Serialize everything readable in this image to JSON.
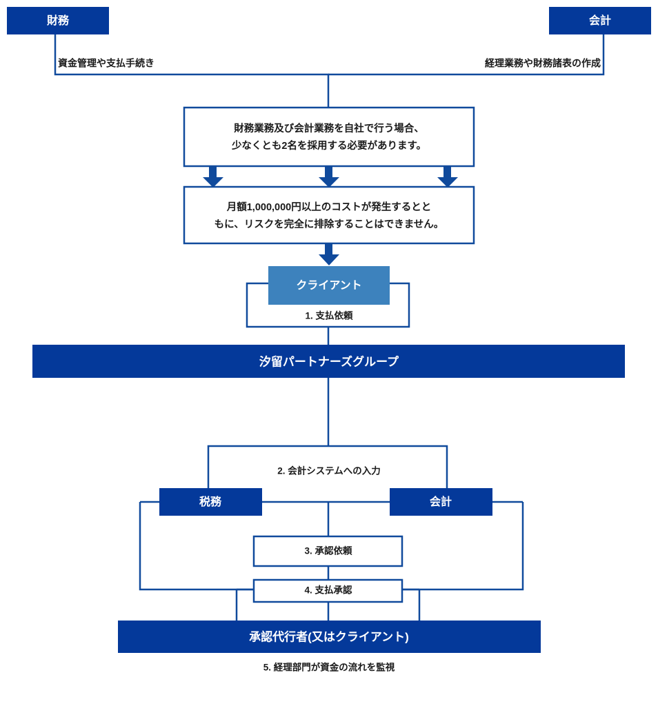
{
  "diagram": {
    "title_colors": {
      "dark_blue": "#04399a",
      "mid_blue": "#1f5fae",
      "client_blue": "#3d82bd",
      "line_blue": "#104a9c",
      "text_dark": "#1a1a1a",
      "white": "#ffffff",
      "background": "#ffffff"
    },
    "top_nodes": [
      {
        "id": "finance",
        "label": "財務",
        "caption": "資金管理や支払手続き"
      },
      {
        "id": "accounting",
        "label": "会計",
        "caption": "経理業務や財務諸表の作成"
      }
    ],
    "statement_boxes": [
      {
        "id": "staffing-statement",
        "lines": [
          "財務業務及び会計業務を自社で行う場合、",
          "少なくとも2名を採用する必要があります。"
        ]
      },
      {
        "id": "cost-statement",
        "lines": [
          "月額1,000,000円以上のコストが発生するとと",
          "もに、リスクを完全に排除することはできません。"
        ]
      }
    ],
    "client_node": {
      "id": "client",
      "label": "クライアント"
    },
    "step_labels": [
      {
        "id": "step-1",
        "text": "1. 支払依頼"
      },
      {
        "id": "step-2",
        "text": "2. 会計システムへの入力"
      },
      {
        "id": "step-3",
        "text": "3. 承認依頼"
      },
      {
        "id": "step-4",
        "text": "4. 支払承認"
      },
      {
        "id": "step-5",
        "text": "5. 経理部門が資金の流れを監視"
      }
    ],
    "firm_banner": {
      "id": "shiodome-partners",
      "label": "汐留パートナーズグループ"
    },
    "department_nodes": [
      {
        "id": "tax-dept",
        "label": "税務"
      },
      {
        "id": "accounting-dept",
        "label": "会計"
      }
    ],
    "approver_banner": {
      "id": "approver",
      "label": "承認代行者(又はクライアント)"
    }
  }
}
